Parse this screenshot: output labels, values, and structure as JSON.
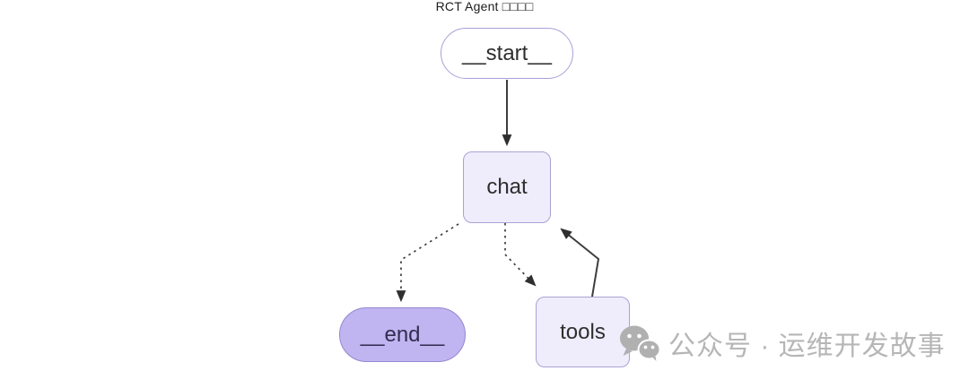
{
  "title": "RCT Agent □□□□",
  "diagram": {
    "nodes": [
      {
        "id": "start",
        "label": "__start__",
        "shape": "stadium",
        "fill": "#ffffff",
        "border": "#a9a0d8"
      },
      {
        "id": "chat",
        "label": "chat",
        "shape": "rect",
        "fill": "#efedfb",
        "border": "#a9a2d6"
      },
      {
        "id": "end",
        "label": "__end__",
        "shape": "stadium",
        "fill": "#c0b5f0",
        "border": "#9486d2"
      },
      {
        "id": "tools",
        "label": "tools",
        "shape": "rect",
        "fill": "#efedfb",
        "border": "#a9a2d6"
      }
    ],
    "edges": [
      {
        "from": "__start__",
        "to": "chat",
        "style": "solid"
      },
      {
        "from": "chat",
        "to": "__end__",
        "style": "dashed"
      },
      {
        "from": "chat",
        "to": "tools",
        "style": "dashed"
      },
      {
        "from": "tools",
        "to": "chat",
        "style": "solid"
      }
    ],
    "edge_color": "#3d3d3d"
  },
  "watermark": {
    "icon": "wechat-icon",
    "text": "公众号 · 运维开发故事",
    "color": "#b6b6b6"
  }
}
